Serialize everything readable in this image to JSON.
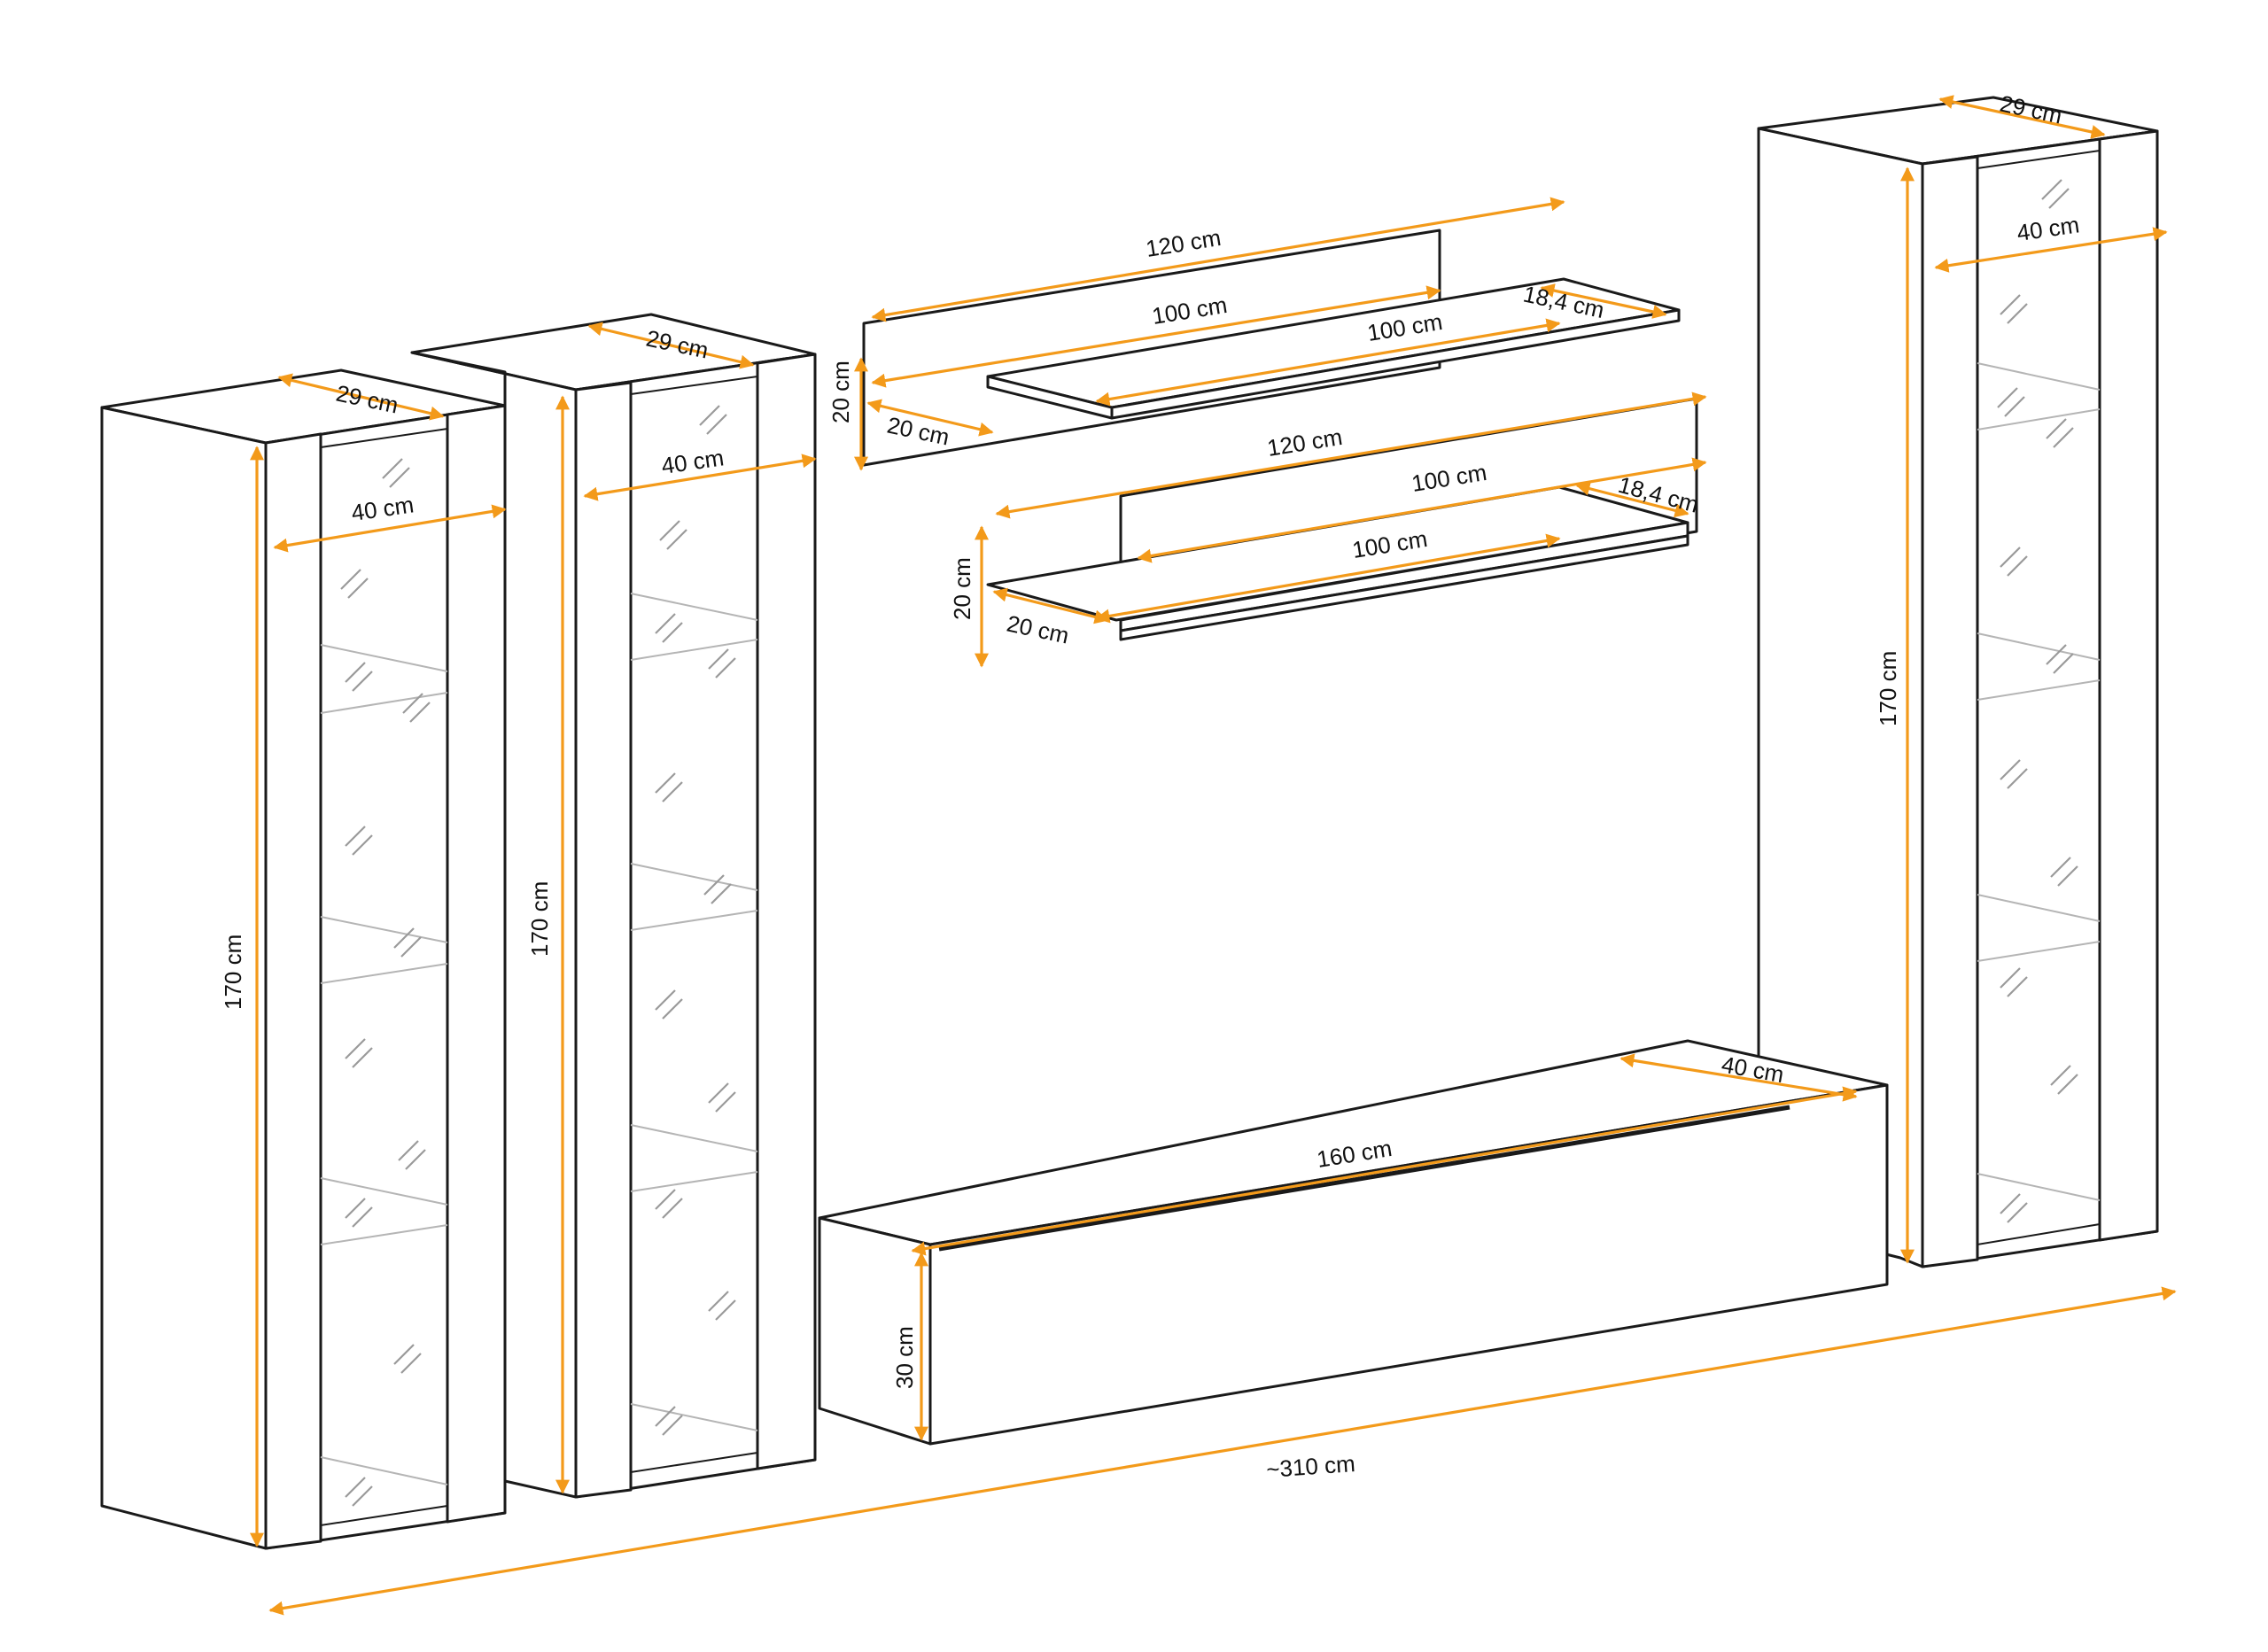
{
  "dims": {
    "left_cab_depth": "29 cm",
    "left_cab_width": "40 cm",
    "left_cab_height": "170 cm",
    "mid_cab_depth": "29 cm",
    "mid_cab_width": "40 cm",
    "mid_cab_height": "170 cm",
    "right_cab_depth": "29 cm",
    "right_cab_width": "40 cm",
    "right_cab_height": "170 cm",
    "shelf1_panel_width": "120 cm",
    "shelf1_panel_height": "20 cm",
    "shelf1_panel_depth": "20 cm",
    "shelf1_board_width": "100 cm",
    "shelf1_board_inner": "100 cm",
    "shelf1_board_depth": "18,4 cm",
    "shelf2_panel_width": "120 cm",
    "shelf2_panel_height": "20 cm",
    "shelf2_panel_depth": "20 cm",
    "shelf2_board_width": "100 cm",
    "shelf2_board_inner": "100 cm",
    "shelf2_board_depth": "18,4 cm",
    "tv_width": "160 cm",
    "tv_depth": "40 cm",
    "tv_height": "30 cm",
    "total_width": "~310 cm"
  },
  "colors": {
    "dimension_line": "#f39a1a",
    "outline": "#1a1a1a"
  }
}
